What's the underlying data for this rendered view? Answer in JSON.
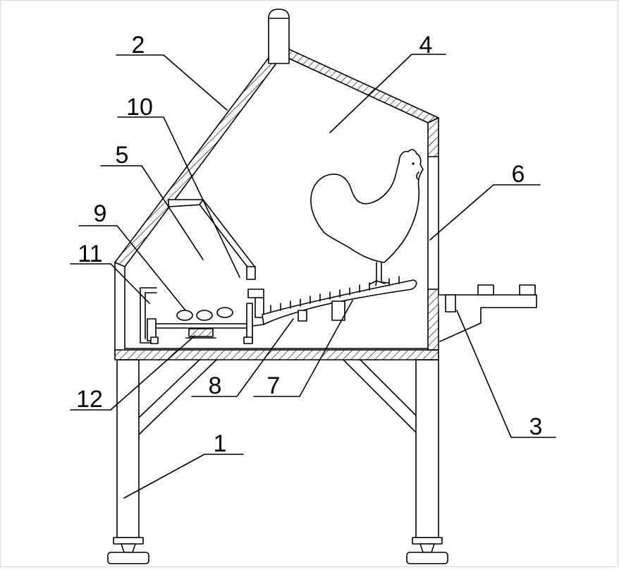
{
  "callouts": {
    "c1": "1",
    "c2": "2",
    "c3": "3",
    "c4": "4",
    "c5": "5",
    "c6": "6",
    "c7": "7",
    "c8": "8",
    "c9": "9",
    "c10": "10",
    "c11": "11",
    "c12": "12"
  },
  "colors": {
    "line": "#000000",
    "background": "#ffffff",
    "frame": "#d9d9d9"
  }
}
